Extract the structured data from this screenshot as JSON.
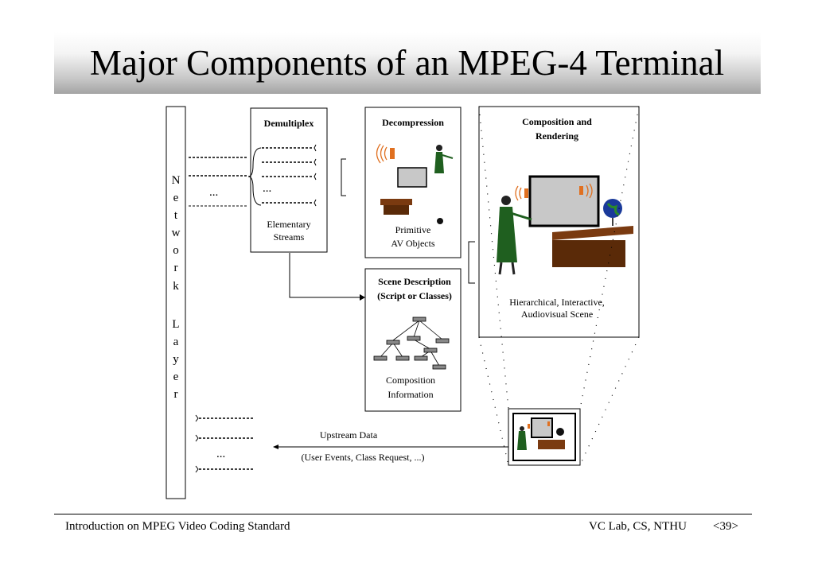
{
  "slide": {
    "title": "Major Components of an MPEG-4 Terminal"
  },
  "diagram": {
    "network_layer_letters": [
      "N",
      "e",
      "t",
      "w",
      "o",
      "r",
      "k",
      "",
      "L",
      "a",
      "y",
      "e",
      "r"
    ],
    "demultiplex": {
      "heading": "Demultiplex",
      "label_line1": "Elementary",
      "label_line2": "Streams"
    },
    "decompression": {
      "heading": "Decompression",
      "label_line1": "Primitive",
      "label_line2": "AV Objects"
    },
    "composition": {
      "heading_line1": "Composition and",
      "heading_line2": "Rendering",
      "label_line1": "Hierarchical, Interactive,",
      "label_line2": "Audiovisual Scene"
    },
    "scene_description": {
      "heading_line1": "Scene Description",
      "heading_line2": "(Script or Classes)",
      "label_line1": "Composition",
      "label_line2": "Information"
    },
    "upstream": {
      "label": "Upstream Data",
      "sublabel": "(User Events, Class Request, ...)"
    },
    "ellipsis": "..."
  },
  "footer": {
    "left": "Introduction on MPEG Video Coding Standard",
    "right": "VC Lab, CS, NTHU",
    "page": "<39>"
  },
  "colors": {
    "teacher_dress": "#1f5f1f",
    "desk": "#7a3a10",
    "board": "#c8c8c8",
    "speaker": "#e07020",
    "globe": "#1a3a9a"
  }
}
